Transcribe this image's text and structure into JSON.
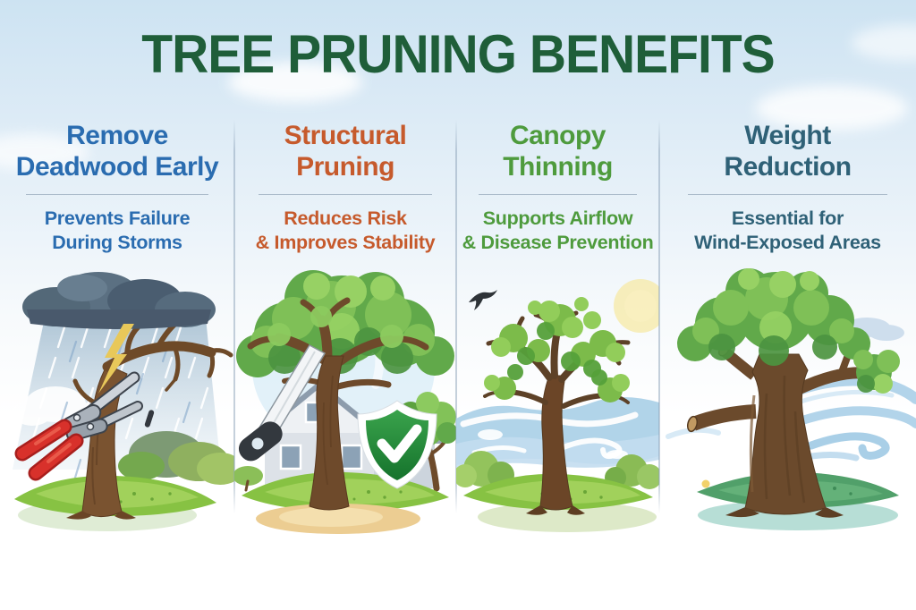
{
  "title": "TREE PRUNING BENEFITS",
  "title_color": "#1f5e39",
  "background": {
    "sky_top": "#cde3f2",
    "sky_bottom": "#ffffff"
  },
  "columns": [
    {
      "id": "remove-deadwood-early",
      "heading_line1": "Remove",
      "heading_line2": "Deadwood Early",
      "subtitle_line1": "Prevents Failure",
      "subtitle_line2": "During Storms",
      "accent_color": "#2a6cb0",
      "illustration_alt": "Leafless dead tree in a rainstorm under a dark cloud with a lightning bolt; red-handled loppers cutting the trunk",
      "icons": [
        "storm-cloud-icon",
        "lightning-icon",
        "rain-streaks",
        "dead-tree-icon",
        "loppers-icon",
        "grass-mound"
      ]
    },
    {
      "id": "structural-pruning",
      "heading_line1": "Structural",
      "heading_line2": "Pruning",
      "subtitle_line1": "Reduces Risk",
      "subtitle_line2": "& Improves Stability",
      "accent_color": "#c65a2c",
      "illustration_alt": "Healthy tree pruned with a handsaw in front of a house, with a green shield bearing a white checkmark",
      "icons": [
        "tree-icon",
        "hand-saw-icon",
        "house-icon",
        "shield-check-icon",
        "small-tree-icon",
        "grass-mound"
      ]
    },
    {
      "id": "canopy-thinning",
      "heading_line1": "Canopy",
      "heading_line2": "Thinning",
      "subtitle_line1": "Supports Airflow",
      "subtitle_line2": "& Disease Prevention",
      "accent_color": "#4e9b3d",
      "illustration_alt": "Thinned tree with open canopy, a flying bird, soft sun and blue airflow swirls passing behind the trunk",
      "icons": [
        "tree-icon",
        "bird-icon",
        "sun-icon",
        "wind-swirls",
        "bushes",
        "grass-mound"
      ]
    },
    {
      "id": "weight-reduction",
      "heading_line1": "Weight",
      "heading_line2": "Reduction",
      "subtitle_line1": "Essential for",
      "subtitle_line2": "Wind-Exposed Areas",
      "accent_color": "#2f6177",
      "illustration_alt": "Sturdy tree with shortened, cut limbs standing in strong wind swirls",
      "icons": [
        "tree-icon",
        "cut-branch-stubs",
        "wind-swirls",
        "cloud-icon",
        "grass-mound"
      ]
    }
  ]
}
